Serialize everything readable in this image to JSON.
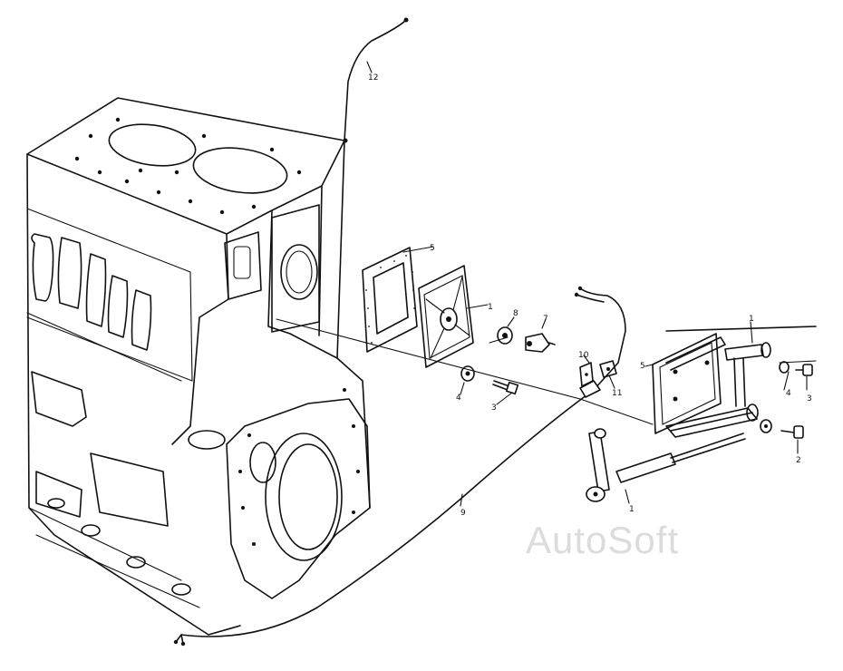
{
  "diagram": {
    "callouts": [
      {
        "id": "c12",
        "text": "12"
      },
      {
        "id": "c5a",
        "text": "5"
      },
      {
        "id": "c1a",
        "text": "1"
      },
      {
        "id": "c8",
        "text": "8"
      },
      {
        "id": "c7",
        "text": "7"
      },
      {
        "id": "c10",
        "text": "10"
      },
      {
        "id": "c11",
        "text": "11"
      },
      {
        "id": "c4a",
        "text": "4"
      },
      {
        "id": "c3a",
        "text": "3"
      },
      {
        "id": "c9",
        "text": "9"
      },
      {
        "id": "c5b",
        "text": "5"
      },
      {
        "id": "c1b",
        "text": "1"
      },
      {
        "id": "c1c",
        "text": "1"
      },
      {
        "id": "c4b",
        "text": "4"
      },
      {
        "id": "c3b",
        "text": "3"
      },
      {
        "id": "c2",
        "text": "2"
      }
    ]
  },
  "watermark": "AutoSoft"
}
